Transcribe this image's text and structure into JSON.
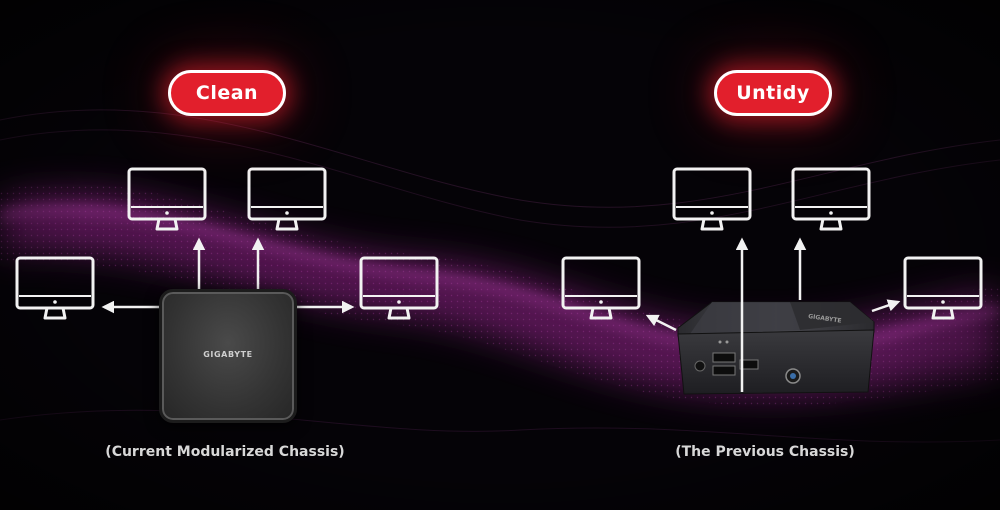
{
  "left_panel": {
    "badge": "Clean",
    "caption": "(Current Modularized Chassis)",
    "device_logo": "GIGABYTE"
  },
  "right_panel": {
    "badge": "Untidy",
    "caption": "(The Previous Chassis)",
    "device_logo": "GIGABYTE"
  },
  "colors": {
    "badge_red": "#e21f2c",
    "wave_magenta": "#b02fa8",
    "background": "#050307",
    "line_white": "#f2f2f2"
  },
  "icons": {
    "monitor": "monitor-icon",
    "arrow": "arrow-icon"
  }
}
